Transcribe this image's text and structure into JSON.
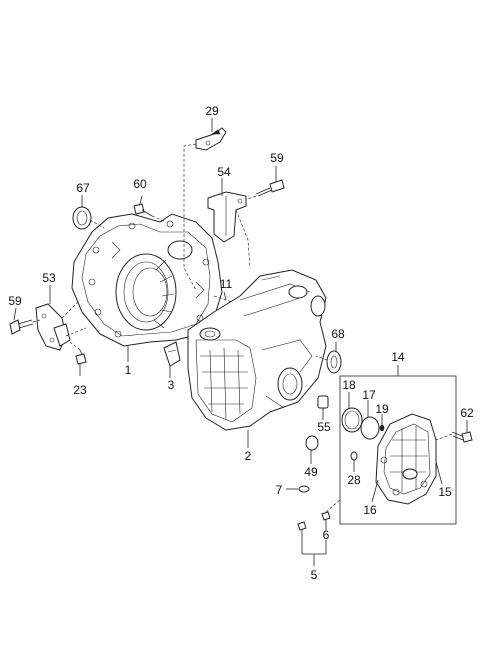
{
  "callouts": {
    "c1": "1",
    "c2": "2",
    "c3": "3",
    "c5": "5",
    "c6": "6",
    "c7": "7",
    "c11": "11",
    "c14": "14",
    "c15": "15",
    "c16": "16",
    "c17": "17",
    "c18": "18",
    "c19": "19",
    "c23": "23",
    "c28": "28",
    "c29": "29",
    "c49": "49",
    "c53": "53",
    "c54": "54",
    "c55": "55",
    "c59a": "59",
    "c59b": "59",
    "c60": "60",
    "c62": "62",
    "c67": "67",
    "c68": "68"
  }
}
